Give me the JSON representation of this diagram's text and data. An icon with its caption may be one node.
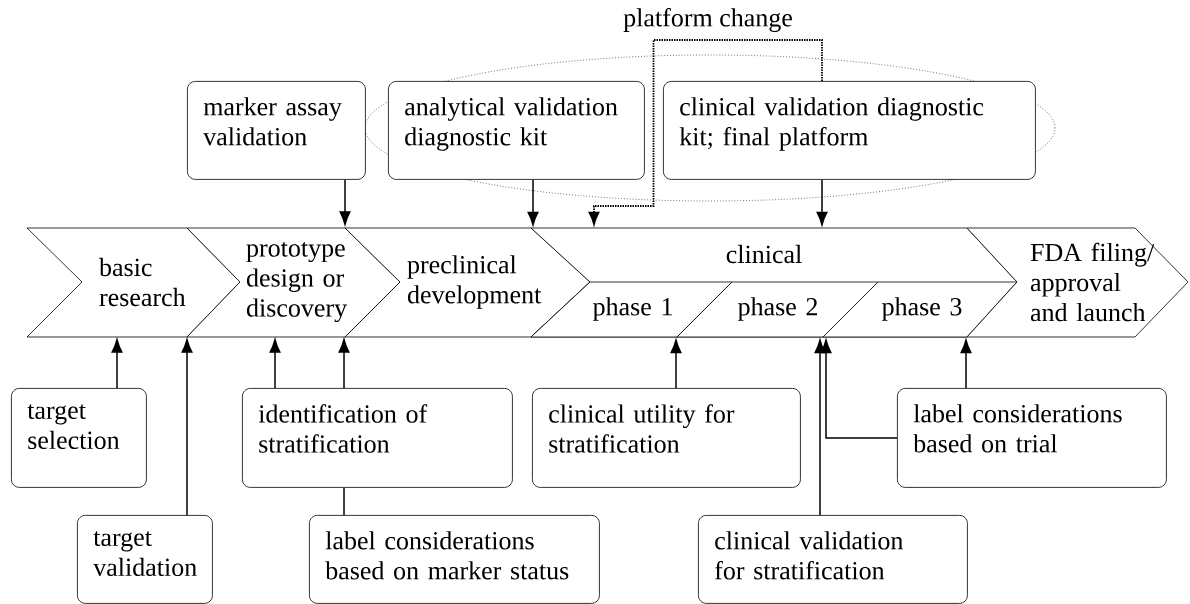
{
  "diagram": {
    "nodes": [
      {
        "text": [
          "marker assay validation"
        ]
      },
      {
        "text": [
          "analytical validation diagnostic kit"
        ]
      },
      {
        "text": [
          "clinical validation diagnostic kit; final platform"
        ]
      },
      {
        "text": [
          "basic research"
        ]
      },
      {
        "text": [
          "prototype design or discovery"
        ]
      },
      {
        "text": [
          "preclinical development"
        ]
      },
      {
        "text": [
          "clinical"
        ]
      },
      {
        "text": [
          "phase 1"
        ],
        "in": 6
      },
      {
        "text": [
          "phase 2"
        ],
        "in": 6
      },
      {
        "text": [
          "phase 3"
        ],
        "in": 6
      },
      {
        "text": [
          "FDA filing/ approval and launch"
        ]
      },
      {
        "text": [
          "target selection"
        ]
      },
      {
        "text": [
          "target validation"
        ]
      },
      {
        "text": [
          "identification of stratification"
        ]
      },
      {
        "text": [
          "label considerations based on marker status"
        ]
      },
      {
        "text": [
          "clinical utility for stratification"
        ]
      },
      {
        "text": [
          "clinical validation for stratification"
        ]
      },
      {
        "text": [
          "label considerations based on trial"
        ]
      }
    ],
    "edges": [
      {
        "from": 0,
        "to": 5,
        "arrow": "to"
      },
      {
        "from": 1,
        "to": 6,
        "arrow": "to"
      },
      {
        "from": 2,
        "to": 6,
        "arrow": "to",
        "label": "platform change",
        "style": "dashed"
      },
      {
        "from": 2,
        "to": 6,
        "arrow": "to"
      },
      {
        "from": 11,
        "to": 3,
        "arrow": "to"
      },
      {
        "from": 12,
        "to": 4,
        "arrow": "to"
      },
      {
        "from": 13,
        "to": 4,
        "arrow": "to"
      },
      {
        "from": 13,
        "to": 5,
        "arrow": "to"
      },
      {
        "from": 14,
        "to": 13,
        "arrow": "none"
      },
      {
        "from": 15,
        "to": 7,
        "arrow": "to"
      },
      {
        "from": 16,
        "to": 8,
        "arrow": "to"
      },
      {
        "from": 17,
        "to": 9,
        "arrow": "to"
      },
      {
        "from": 17,
        "to": 9,
        "arrow": "to"
      }
    ]
  }
}
